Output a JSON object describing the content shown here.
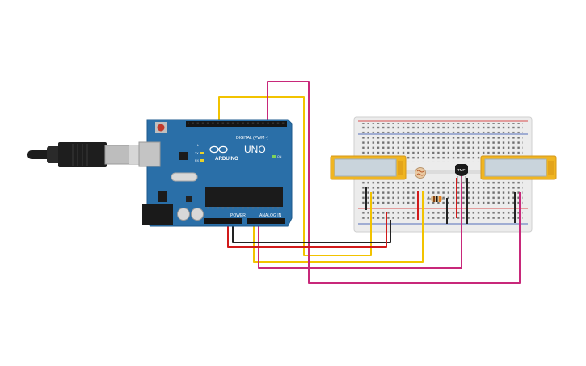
{
  "board": {
    "brand": "ARDUINO",
    "model": "UNO",
    "digital_label": "DIGITAL (PWM~)",
    "power_label": "POWER",
    "analog_label": "ANALOG IN",
    "tx_label": "TX",
    "rx_label": "RX",
    "on_label": "ON",
    "l_label": "L"
  },
  "sensor": {
    "label": "TMP"
  },
  "colors": {
    "board": "#2a6fa8",
    "breadboard": "#e9e9e9",
    "wire_yellow": "#f2c300",
    "wire_magenta": "#c8287a",
    "wire_black": "#222222",
    "wire_red": "#d11a1a",
    "lcd_frame": "#f0b521",
    "lcd_screen": "#c9d4dc"
  },
  "icons": [
    "usb-plug-icon",
    "reset-button-icon",
    "photoresistor-icon",
    "resistor-icon",
    "temperature-sensor-icon"
  ]
}
